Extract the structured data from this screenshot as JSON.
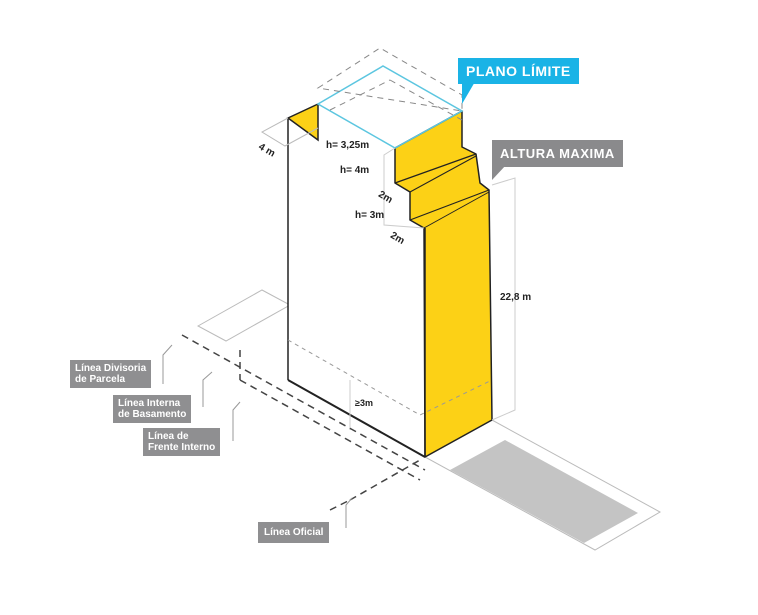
{
  "labels": {
    "plano_limite": "PLANO LÍMITE",
    "altura_maxima": "ALTURA MAXIMA",
    "linea_divisoria": [
      "Línea Divisoria",
      "de Parcela"
    ],
    "linea_interna": [
      "Línea Interna",
      "de Basamento"
    ],
    "linea_frente": [
      "Línea de",
      "Frente Interno"
    ],
    "linea_oficial": "Línea Oficial"
  },
  "dimensions": {
    "setback_left": "4 m",
    "h1": "h= 3,25m",
    "h2": "h= 4m",
    "step1": "2m",
    "h3": "h= 3m",
    "step2": "2m",
    "total_height": "22,8 m",
    "min_height": "≥3m"
  },
  "colors": {
    "yellow": "#fcd116",
    "cyan": "#1ab3e6",
    "gray": "#8a8a8c"
  }
}
